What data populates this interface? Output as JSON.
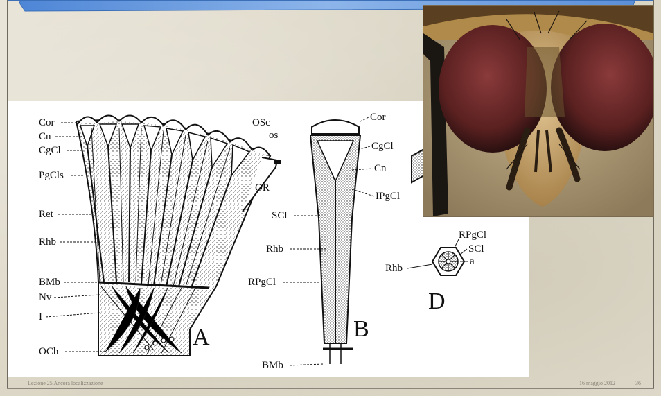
{
  "footer": {
    "left": "Lezione 25 Ancora localizzazione",
    "date": "16 maggio 2012",
    "page": "36"
  },
  "figure": {
    "panel_a": {
      "letter": "A",
      "labels": [
        "Cor",
        "Cn",
        "CgCl",
        "PgCls",
        "Ret",
        "Rhb",
        "BMb",
        "Nv",
        "I",
        "OCh",
        "OSc",
        "os",
        "OR"
      ]
    },
    "panel_b": {
      "letter": "B",
      "labels": [
        "Cor",
        "CgCl",
        "Cn",
        "IPgCl",
        "SCl",
        "Rhb",
        "RPgCl",
        "BMb"
      ]
    },
    "panel_d": {
      "letter": "D",
      "labels": [
        "RPgCl",
        "SCl",
        "Rhb",
        "a"
      ]
    }
  },
  "colors": {
    "background": "#ded9cb",
    "title_bar_gradient": [
      "#5b8fd8",
      "#9cc0ee"
    ],
    "fly_eye": "#6a2c2c",
    "fly_face": "#c9a46a"
  },
  "icons": {
    "photo": "fly-head-photo",
    "drawing": "compound-eye-diagram"
  }
}
